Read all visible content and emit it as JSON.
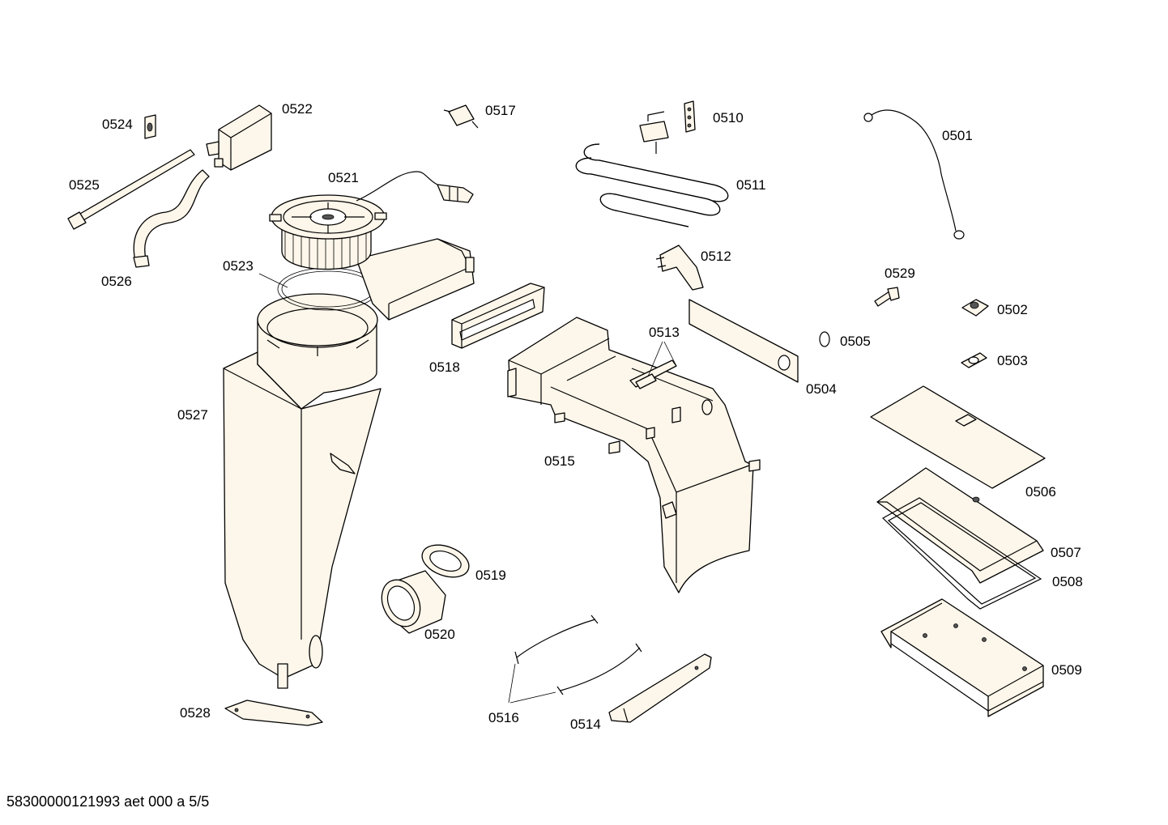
{
  "diagram": {
    "labels": {
      "p0501": "0501",
      "p0502": "0502",
      "p0503": "0503",
      "p0504": "0504",
      "p0505": "0505",
      "p0506": "0506",
      "p0507": "0507",
      "p0508": "0508",
      "p0509": "0509",
      "p0510": "0510",
      "p0511": "0511",
      "p0512": "0512",
      "p0513": "0513",
      "p0514": "0514",
      "p0515": "0515",
      "p0516": "0516",
      "p0517": "0517",
      "p0518": "0518",
      "p0519": "0519",
      "p0520": "0520",
      "p0521": "0521",
      "p0522": "0522",
      "p0523": "0523",
      "p0524": "0524",
      "p0525": "0525",
      "p0526": "0526",
      "p0527": "0527",
      "p0528": "0528",
      "p0529": "0529"
    }
  },
  "footer": {
    "doc_ref": "58300000121993 aet 000 a 5/5"
  }
}
